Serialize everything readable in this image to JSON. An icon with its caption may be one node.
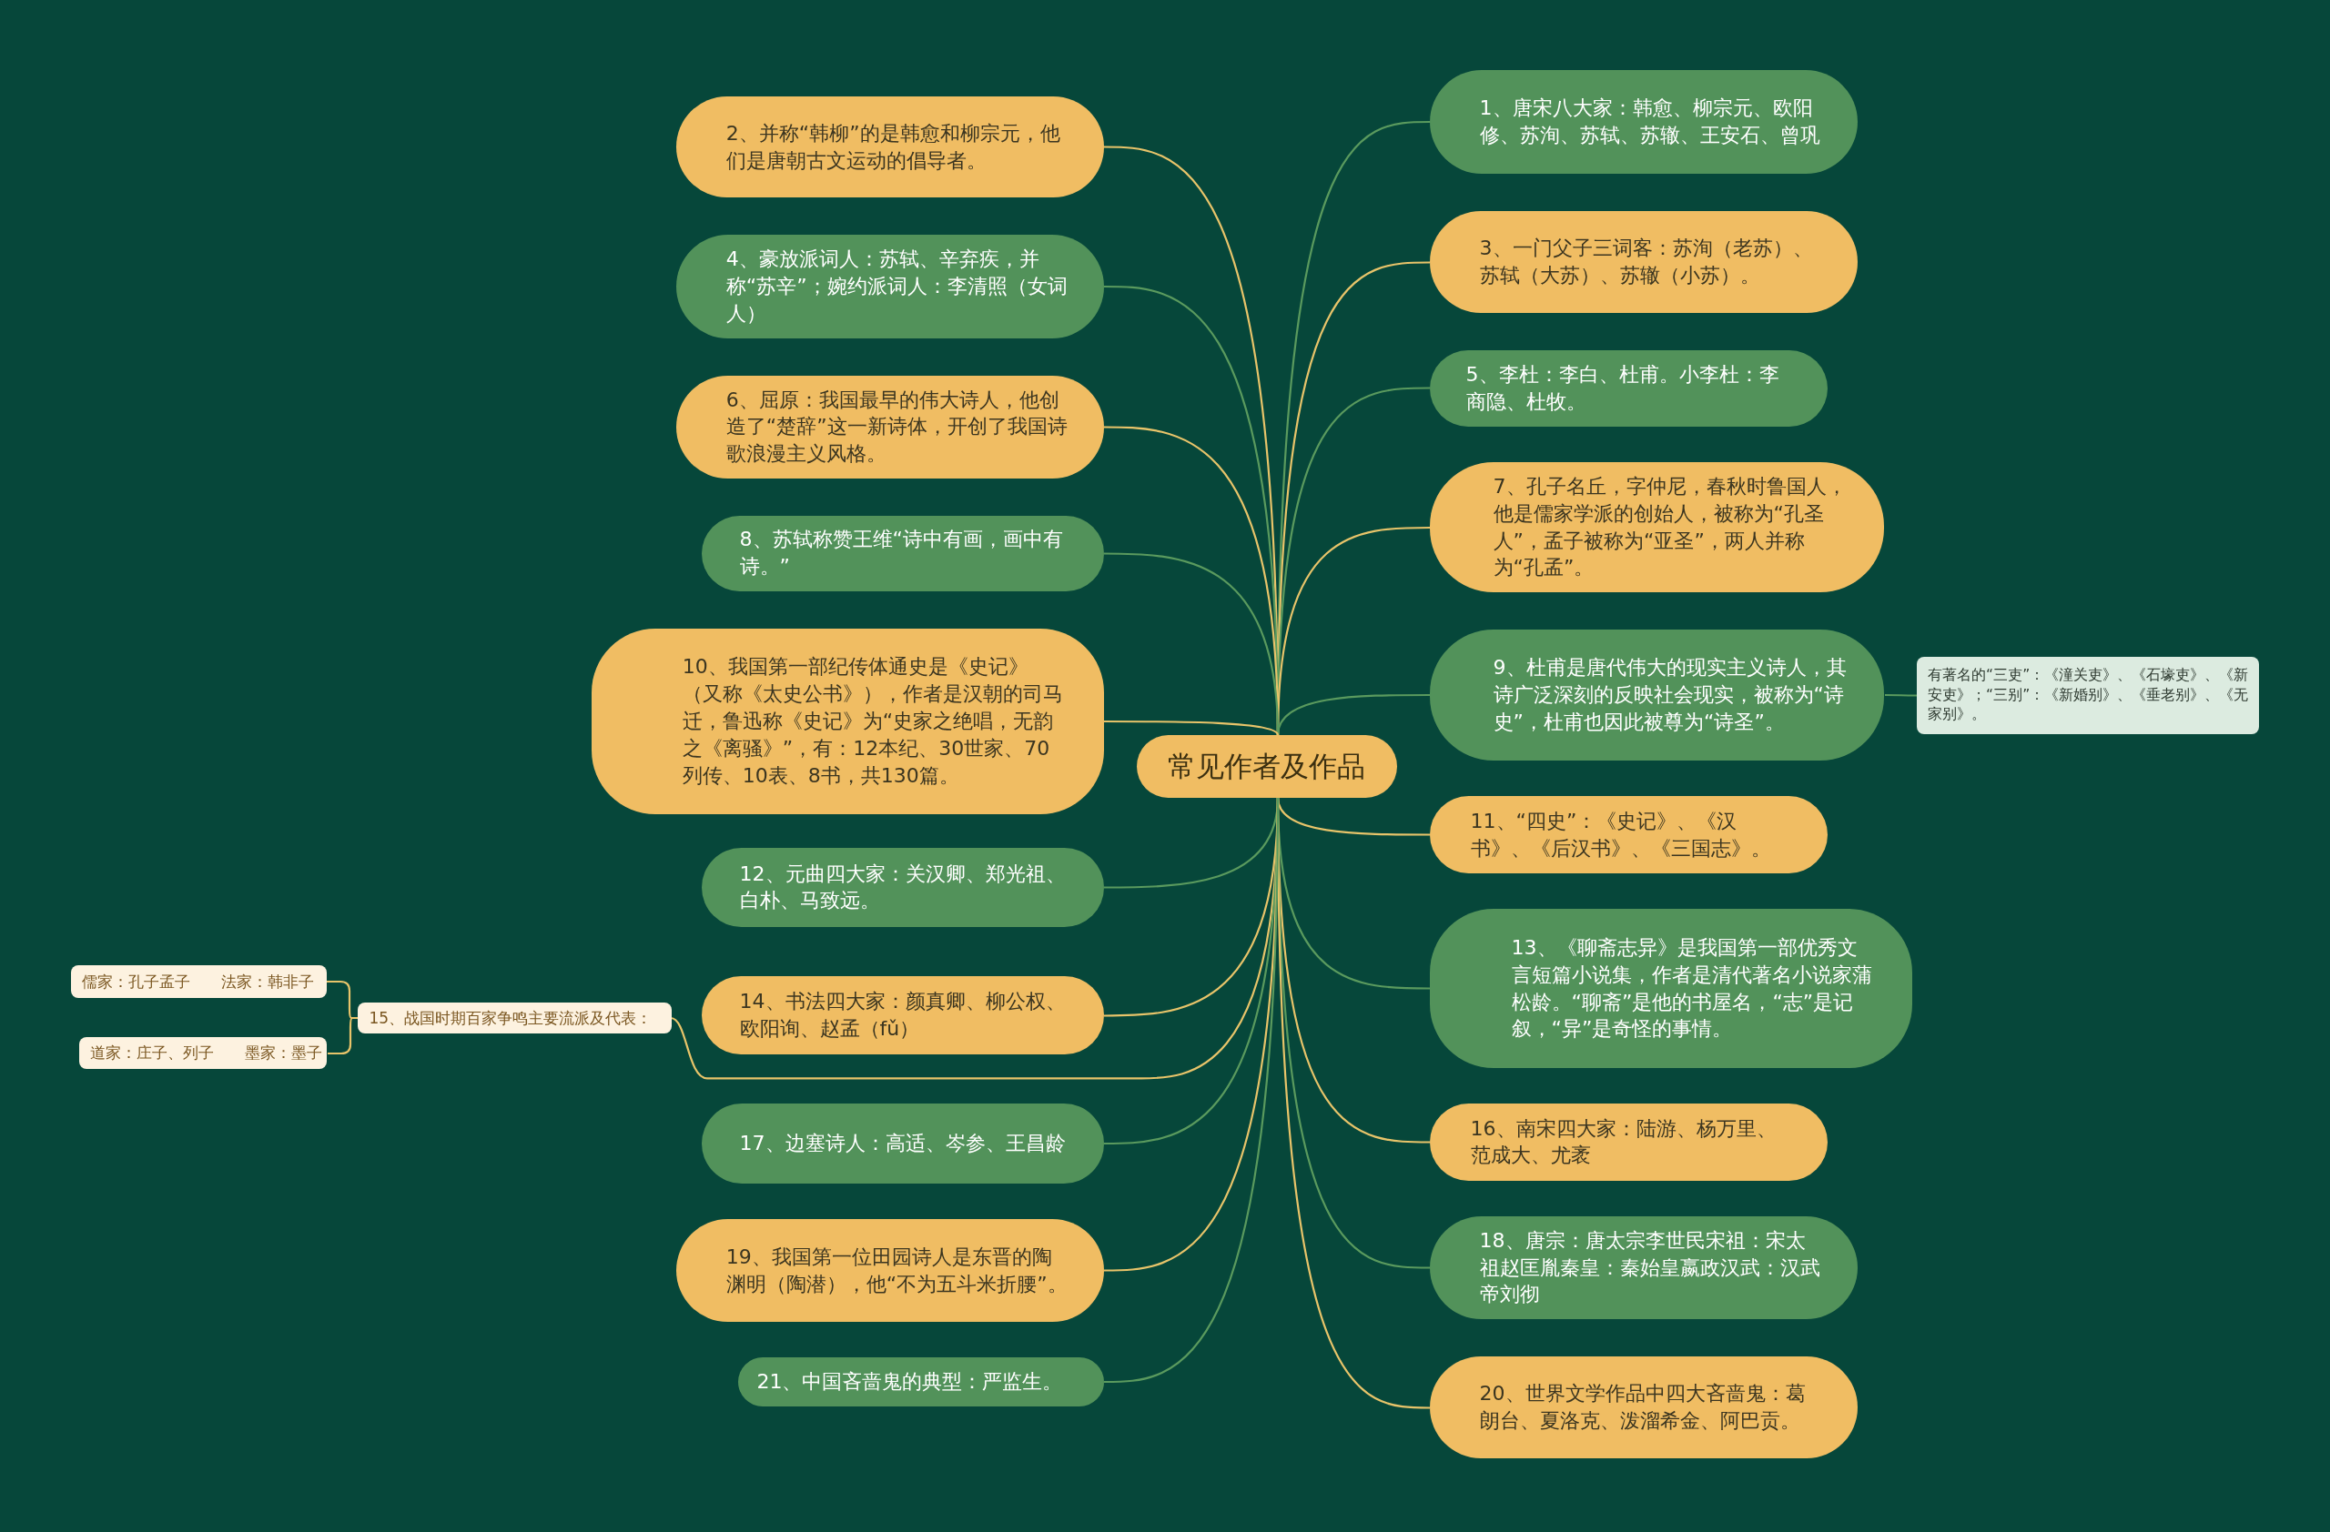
{
  "diagram": {
    "nodes": [
      {
        "text": [
          "常见作者及作品"
        ]
      },
      {
        "text": [
          "1、唐宋八大家：韩愈、柳宗元、欧阳修、苏洵、苏轼、苏辙、王安石、曾巩"
        ]
      },
      {
        "text": [
          "2、并称“韩柳”的是韩愈和柳宗元，他们是唐朝古文运动的倡导者。"
        ]
      },
      {
        "text": [
          "3、一门父子三词客：苏洵（老苏）、苏轼（大苏）、苏辙（小苏）。"
        ]
      },
      {
        "text": [
          "4、豪放派词人：苏轼、辛弃疾，并称“苏辛”；婉约派词人：李清照（女词人）"
        ]
      },
      {
        "text": [
          "5、李杜：李白、杜甫。小李杜：李商隐、杜牧。"
        ]
      },
      {
        "text": [
          "6、屈原：我国最早的伟大诗人，他创造了“楚辞”这一新诗体，开创了我国诗歌浪漫主义风格。"
        ]
      },
      {
        "text": [
          "7、孔子名丘，字仲尼，春秋时鲁国人，他是儒家学派的创始人，被称为“孔圣人”，孟子被称为“亚圣”，两人并称为“孔孟”。"
        ]
      },
      {
        "text": [
          "8、苏轼称赞王维“诗中有画，画中有诗。”"
        ]
      },
      {
        "text": [
          "9、杜甫是唐代伟大的现实主义诗人，其诗广泛深刻的反映社会现实，被称为“诗史”，杜甫也因此被尊为“诗圣”。"
        ]
      },
      {
        "text": [
          "10、我国第一部纪传体通史是《史记》（又称《太史公书》），作者是汉朝的司马迁，鲁迅称《史记》为“史家之绝唱，无韵之《离骚》”，有：12本纪、30世家、70列传、10表、8书，共130篇。"
        ]
      },
      {
        "text": [
          "11、“四史”：《史记》、《汉书》、《后汉书》、《三国志》。"
        ]
      },
      {
        "text": [
          "12、元曲四大家：关汉卿、郑光祖、白朴、马致远。"
        ]
      },
      {
        "text": [
          "13、《聊斋志异》是我国第一部优秀文言短篇小说集，作者是清代著名小说家蒲松龄。“聊斋”是他的书屋名，“志”是记叙，“异”是奇怪的事情。"
        ]
      },
      {
        "text": [
          "14、书法四大家：颜真卿、柳公权、欧阳询、赵孟（fǔ）"
        ]
      },
      {
        "text": [
          "15、战国时期百家争鸣主要流派及代表："
        ]
      },
      {
        "text": [
          "16、南宋四大家：陆游、杨万里、范成大、尤袤"
        ]
      },
      {
        "text": [
          "17、边塞诗人：高适、岑参、王昌龄"
        ]
      },
      {
        "text": [
          "18、唐宗：唐太宗李世民宋祖：宋太祖赵匡胤秦皇：秦始皇嬴政汉武：汉武帝刘彻"
        ]
      },
      {
        "text": [
          "19、我国第一位田园诗人是东晋的陶渊明（陶潜），他“不为五斗米折腰”。"
        ]
      },
      {
        "text": [
          "20、世界文学作品中四大吝啬鬼：葛朗台、夏洛克、泼溜希金、阿巴贡。"
        ]
      },
      {
        "text": [
          "21、中国吝啬鬼的典型：严监生。"
        ]
      },
      {
        "text": [
          "有著名的“三吏”：《潼关吏》、《石壕吏》、《新安吏》；“三别”：《新婚别》、《垂老别》、《无家别》。"
        ]
      },
      {
        "text": [
          "儒家：孔子孟子　　法家：韩非子"
        ]
      },
      {
        "text": [
          "道家：庄子、列子　　墨家：墨子"
        ]
      }
    ],
    "edges": [
      {
        "from": 0,
        "to": 1,
        "arrow": "none",
        "color": "#5a9a5e"
      },
      {
        "from": 0,
        "to": 2,
        "arrow": "none"
      },
      {
        "from": 0,
        "to": 3,
        "arrow": "none"
      },
      {
        "from": 0,
        "to": 4,
        "arrow": "none",
        "color": "#5a9a5e"
      },
      {
        "from": 0,
        "to": 5,
        "arrow": "none",
        "color": "#5a9a5e"
      },
      {
        "from": 0,
        "to": 6,
        "arrow": "none"
      },
      {
        "from": 0,
        "to": 7,
        "arrow": "none"
      },
      {
        "from": 0,
        "to": 8,
        "arrow": "none",
        "color": "#5a9a5e"
      },
      {
        "from": 0,
        "to": 9,
        "arrow": "none",
        "color": "#5a9a5e"
      },
      {
        "from": 0,
        "to": 10,
        "arrow": "none"
      },
      {
        "from": 0,
        "to": 11,
        "arrow": "none"
      },
      {
        "from": 0,
        "to": 12,
        "arrow": "none",
        "color": "#5a9a5e"
      },
      {
        "from": 0,
        "to": 13,
        "arrow": "none",
        "color": "#5a9a5e"
      },
      {
        "from": 0,
        "to": 14,
        "arrow": "none"
      },
      {
        "from": 0,
        "to": 15,
        "arrow": "none"
      },
      {
        "from": 0,
        "to": 16,
        "arrow": "none"
      },
      {
        "from": 0,
        "to": 17,
        "arrow": "none",
        "color": "#5a9a5e"
      },
      {
        "from": 0,
        "to": 18,
        "arrow": "none",
        "color": "#5a9a5e"
      },
      {
        "from": 0,
        "to": 19,
        "arrow": "none"
      },
      {
        "from": 0,
        "to": 20,
        "arrow": "none"
      },
      {
        "from": 0,
        "to": 21,
        "arrow": "none",
        "color": "#5a9a5e"
      },
      {
        "from": 9,
        "to": 22,
        "arrow": "none",
        "color": "#5a9a5e"
      },
      {
        "from": 15,
        "to": 23,
        "arrow": "none"
      },
      {
        "from": 15,
        "to": 24,
        "arrow": "none"
      }
    ]
  }
}
